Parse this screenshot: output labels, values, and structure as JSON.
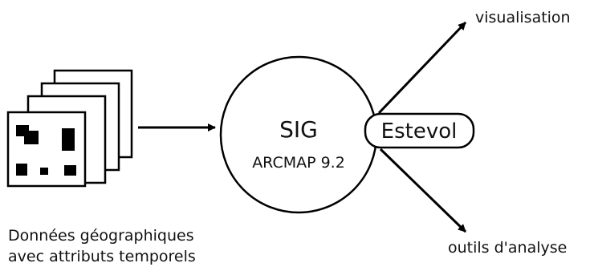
{
  "diagram": {
    "input_caption_line1": "Données géographiques",
    "input_caption_line2": "avec attributs temporels",
    "center_title": "SIG",
    "center_subtitle": "ARCMAP 9.2",
    "module_label": "Estevol",
    "output_top": "visualisation",
    "output_bottom": "outils d'analyse"
  }
}
